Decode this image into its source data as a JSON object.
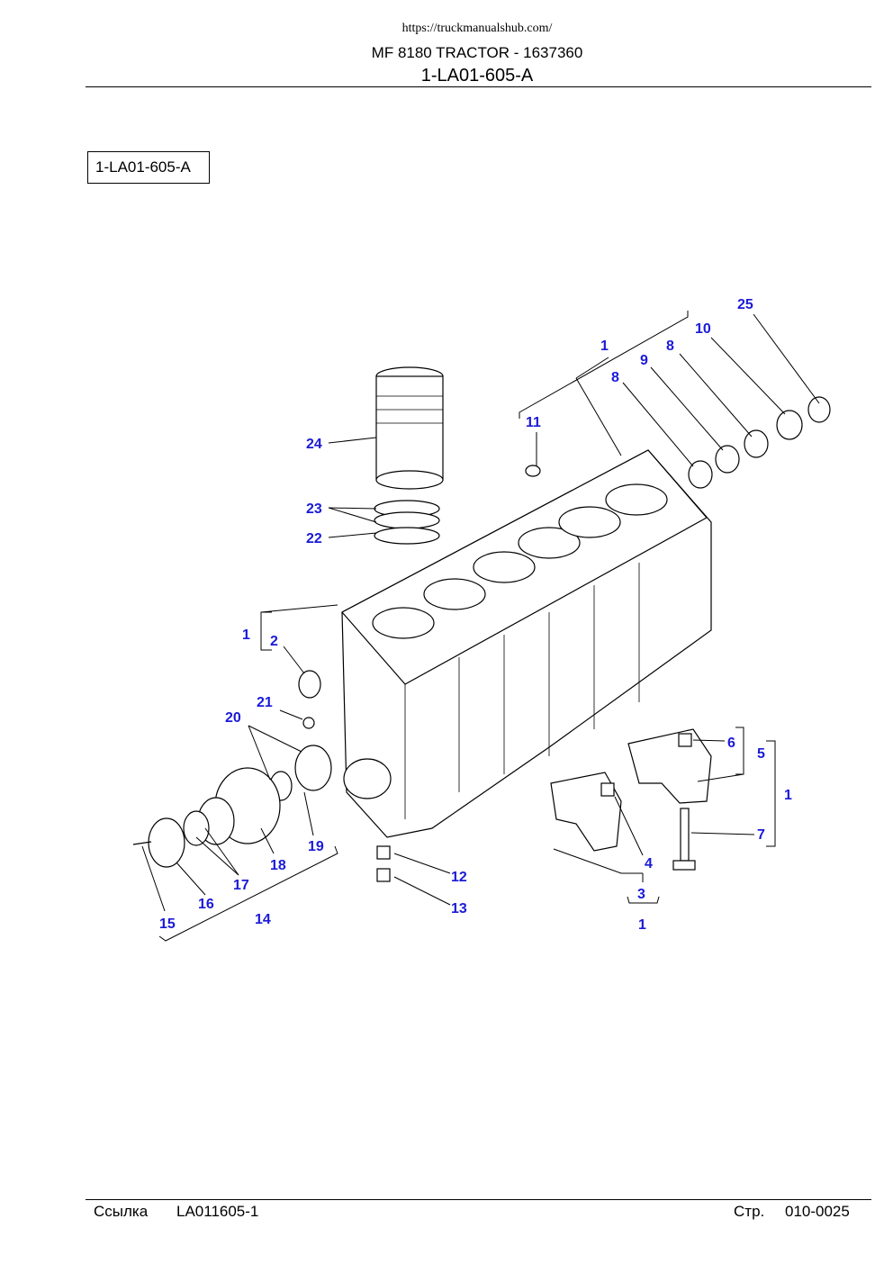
{
  "header": {
    "url": "https://truckmanualshub.com/",
    "title": "MF 8180 TRACTOR - 1637360",
    "code": "1-LA01-605-A"
  },
  "reference_box": "1-LA01-605-A",
  "callouts": {
    "c25": "25",
    "c10": "10",
    "c1a": "1",
    "c8a": "8",
    "c9": "9",
    "c8b": "8",
    "c11": "11",
    "c24": "24",
    "c23": "23",
    "c22": "22",
    "c1b": "1",
    "c2": "2",
    "c21": "21",
    "c20": "20",
    "c19": "19",
    "c18": "18",
    "c17": "17",
    "c16": "16",
    "c15": "15",
    "c14": "14",
    "c12": "12",
    "c13": "13",
    "c6": "6",
    "c5": "5",
    "c1c": "1",
    "c7": "7",
    "c4": "4",
    "c3": "3",
    "c1d": "1"
  },
  "footer": {
    "ref_label": "Ссылка",
    "ref_value": "LA011605-1",
    "page_label": "Стр.",
    "page_value": "010-0025"
  }
}
